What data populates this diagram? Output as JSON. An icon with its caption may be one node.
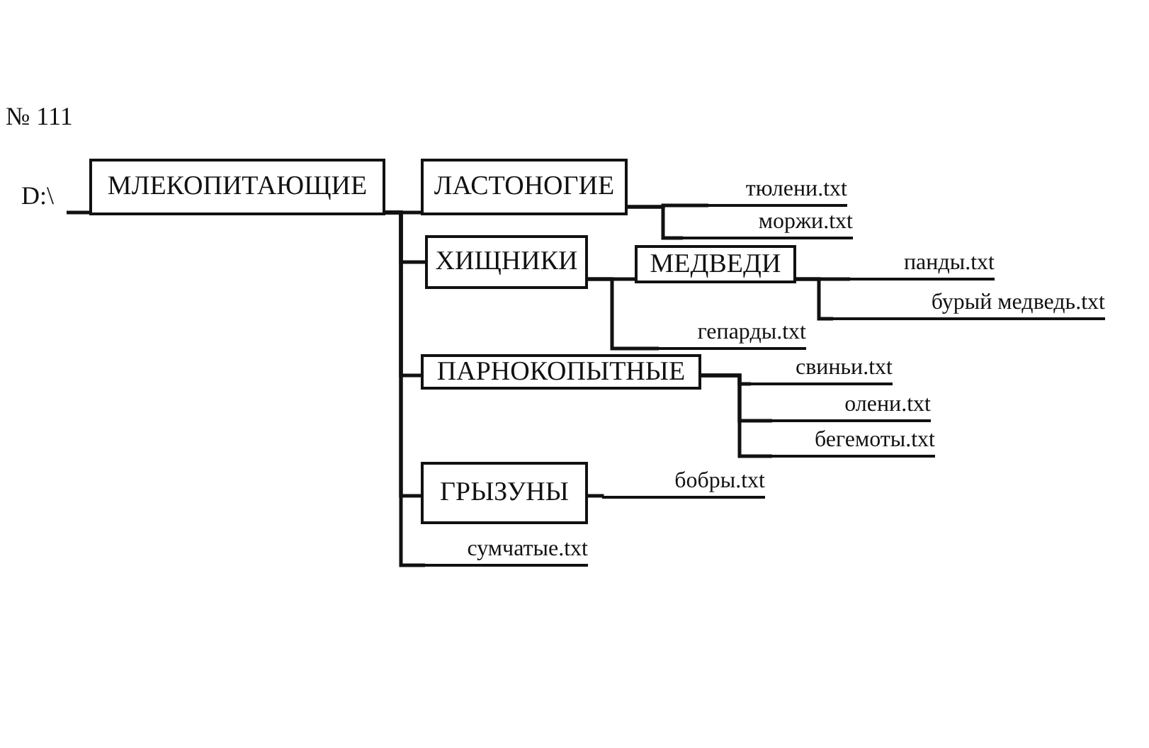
{
  "diagram": {
    "nodes": [
      {
        "text": [
          "D:\\"
        ]
      },
      {
        "text": [
          "МЛЕКОПИТАЮЩИЕ"
        ]
      },
      {
        "text": [
          "ЛАСТОНОГИЕ"
        ]
      },
      {
        "text": [
          "тюлени.txt"
        ]
      },
      {
        "text": [
          "моржи.txt"
        ]
      },
      {
        "text": [
          "ХИЩНИКИ"
        ]
      },
      {
        "text": [
          "МЕДВЕДИ"
        ]
      },
      {
        "text": [
          "панды.txt"
        ]
      },
      {
        "text": [
          "бурый медведь.txt"
        ]
      },
      {
        "text": [
          "гепарды.txt"
        ]
      },
      {
        "text": [
          "ПАРНОКОПЫТНЫЕ"
        ]
      },
      {
        "text": [
          "свиньи.txt"
        ]
      },
      {
        "text": [
          "олени.txt"
        ]
      },
      {
        "text": [
          "бегемоты.txt"
        ]
      },
      {
        "text": [
          "ГРЫЗУНЫ"
        ]
      },
      {
        "text": [
          "бобры.txt"
        ]
      },
      {
        "text": [
          "сумчатые.txt"
        ]
      }
    ],
    "edges": [
      {
        "from": 0,
        "to": 1,
        "arrow": "none"
      },
      {
        "from": 1,
        "to": 2,
        "arrow": "none"
      },
      {
        "from": 2,
        "to": 3,
        "arrow": "none"
      },
      {
        "from": 2,
        "to": 4,
        "arrow": "none"
      },
      {
        "from": 1,
        "to": 5,
        "arrow": "none"
      },
      {
        "from": 5,
        "to": 6,
        "arrow": "none"
      },
      {
        "from": 6,
        "to": 7,
        "arrow": "none"
      },
      {
        "from": 6,
        "to": 8,
        "arrow": "none"
      },
      {
        "from": 5,
        "to": 9,
        "arrow": "none"
      },
      {
        "from": 1,
        "to": 10,
        "arrow": "none"
      },
      {
        "from": 10,
        "to": 11,
        "arrow": "none"
      },
      {
        "from": 10,
        "to": 12,
        "arrow": "none"
      },
      {
        "from": 10,
        "to": 13,
        "arrow": "none"
      },
      {
        "from": 1,
        "to": 14,
        "arrow": "none"
      },
      {
        "from": 14,
        "to": 15,
        "arrow": "none"
      },
      {
        "from": 1,
        "to": 16,
        "arrow": "none"
      }
    ],
    "labels": [
      "№ 111"
    ]
  }
}
